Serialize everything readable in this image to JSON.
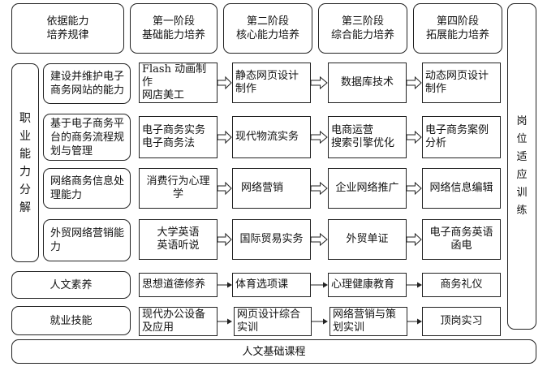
{
  "header": {
    "left": "依据能力\n培养规律",
    "stages": [
      "第一阶段\n基础能力培养",
      "第二阶段\n核心能力培养",
      "第三阶段\n综合能力培养",
      "第四阶段\n拓展能力培养"
    ]
  },
  "left_label": "职\n业\n能\n力\n分\n解",
  "right_label": "岗\n位\n适\n应\n训\n练",
  "rows": [
    {
      "ability": "建设并维护电子商务网站的能力",
      "courses": [
        "Flash 动画制作\n网店美工",
        "静态网页设计制作",
        "数据库技术",
        "动态网页设计制作"
      ]
    },
    {
      "ability": "基于电子商务平台的商务流程规划与管理",
      "courses": [
        "电子商务实务\n电子商务法",
        "现代物流实务",
        "电商运营\n搜索引擎优化",
        "电子商务案例分析"
      ]
    },
    {
      "ability": "网络商务信息处理能力",
      "courses": [
        "消费行为心理学",
        "网络营销",
        "企业网络推广",
        "网络信息编辑"
      ]
    },
    {
      "ability": "外贸网络营销能力",
      "courses": [
        "大学英语\n英语听说",
        "国际贸易实务",
        "外贸单证",
        "电子商务英语函电"
      ]
    }
  ],
  "bottom_rows": [
    {
      "label": "人文素养",
      "courses": [
        "思想道德修养",
        "体育选项课",
        "心理健康教育",
        "商务礼仪"
      ]
    },
    {
      "label": "就业技能",
      "courses": [
        "现代办公设备及应用",
        "网页设计综合实训",
        "网络营销与策划实训",
        "顶岗实习"
      ]
    }
  ],
  "footer": "人文基础课程"
}
